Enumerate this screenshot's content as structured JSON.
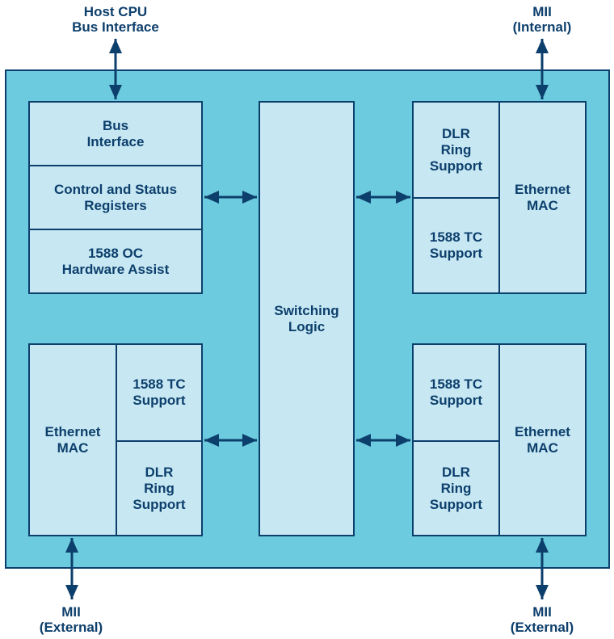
{
  "colors": {
    "outer_fill": "#6ccbde",
    "block_fill": "#c7e8f3",
    "stroke": "#0d3f6c"
  },
  "external_labels": {
    "host_cpu": "Host CPU\nBus Interface",
    "mii_internal": "MII\n(Internal)",
    "mii_external_left": "MII\n(External)",
    "mii_external_right": "MII\n(External)"
  },
  "host_block": {
    "bus_interface": "Bus\nInterface",
    "control_status": "Control and Status\nRegisters",
    "oc_assist": "1588 OC\nHardware Assist"
  },
  "switching_logic": "Switching\nLogic",
  "port_top_right": {
    "dlr": "DLR\nRing\nSupport",
    "tc": "1588 TC\nSupport",
    "mac": "Ethernet\nMAC"
  },
  "port_bottom_left": {
    "tc": "1588 TC\nSupport",
    "dlr": "DLR\nRing\nSupport",
    "mac": "Ethernet\nMAC"
  },
  "port_bottom_right": {
    "tc": "1588 TC\nSupport",
    "dlr": "DLR\nRing\nSupport",
    "mac": "Ethernet\nMAC"
  }
}
